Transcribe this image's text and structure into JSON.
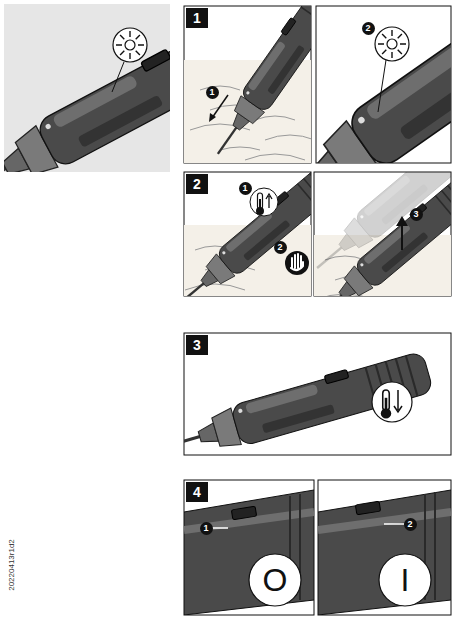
{
  "diagram": {
    "labels": [
      "1",
      "1",
      "2",
      "2",
      "1",
      "2",
      "3",
      "3",
      "4",
      "1",
      "O",
      "2",
      "I",
      "20220413r1d2"
    ]
  }
}
